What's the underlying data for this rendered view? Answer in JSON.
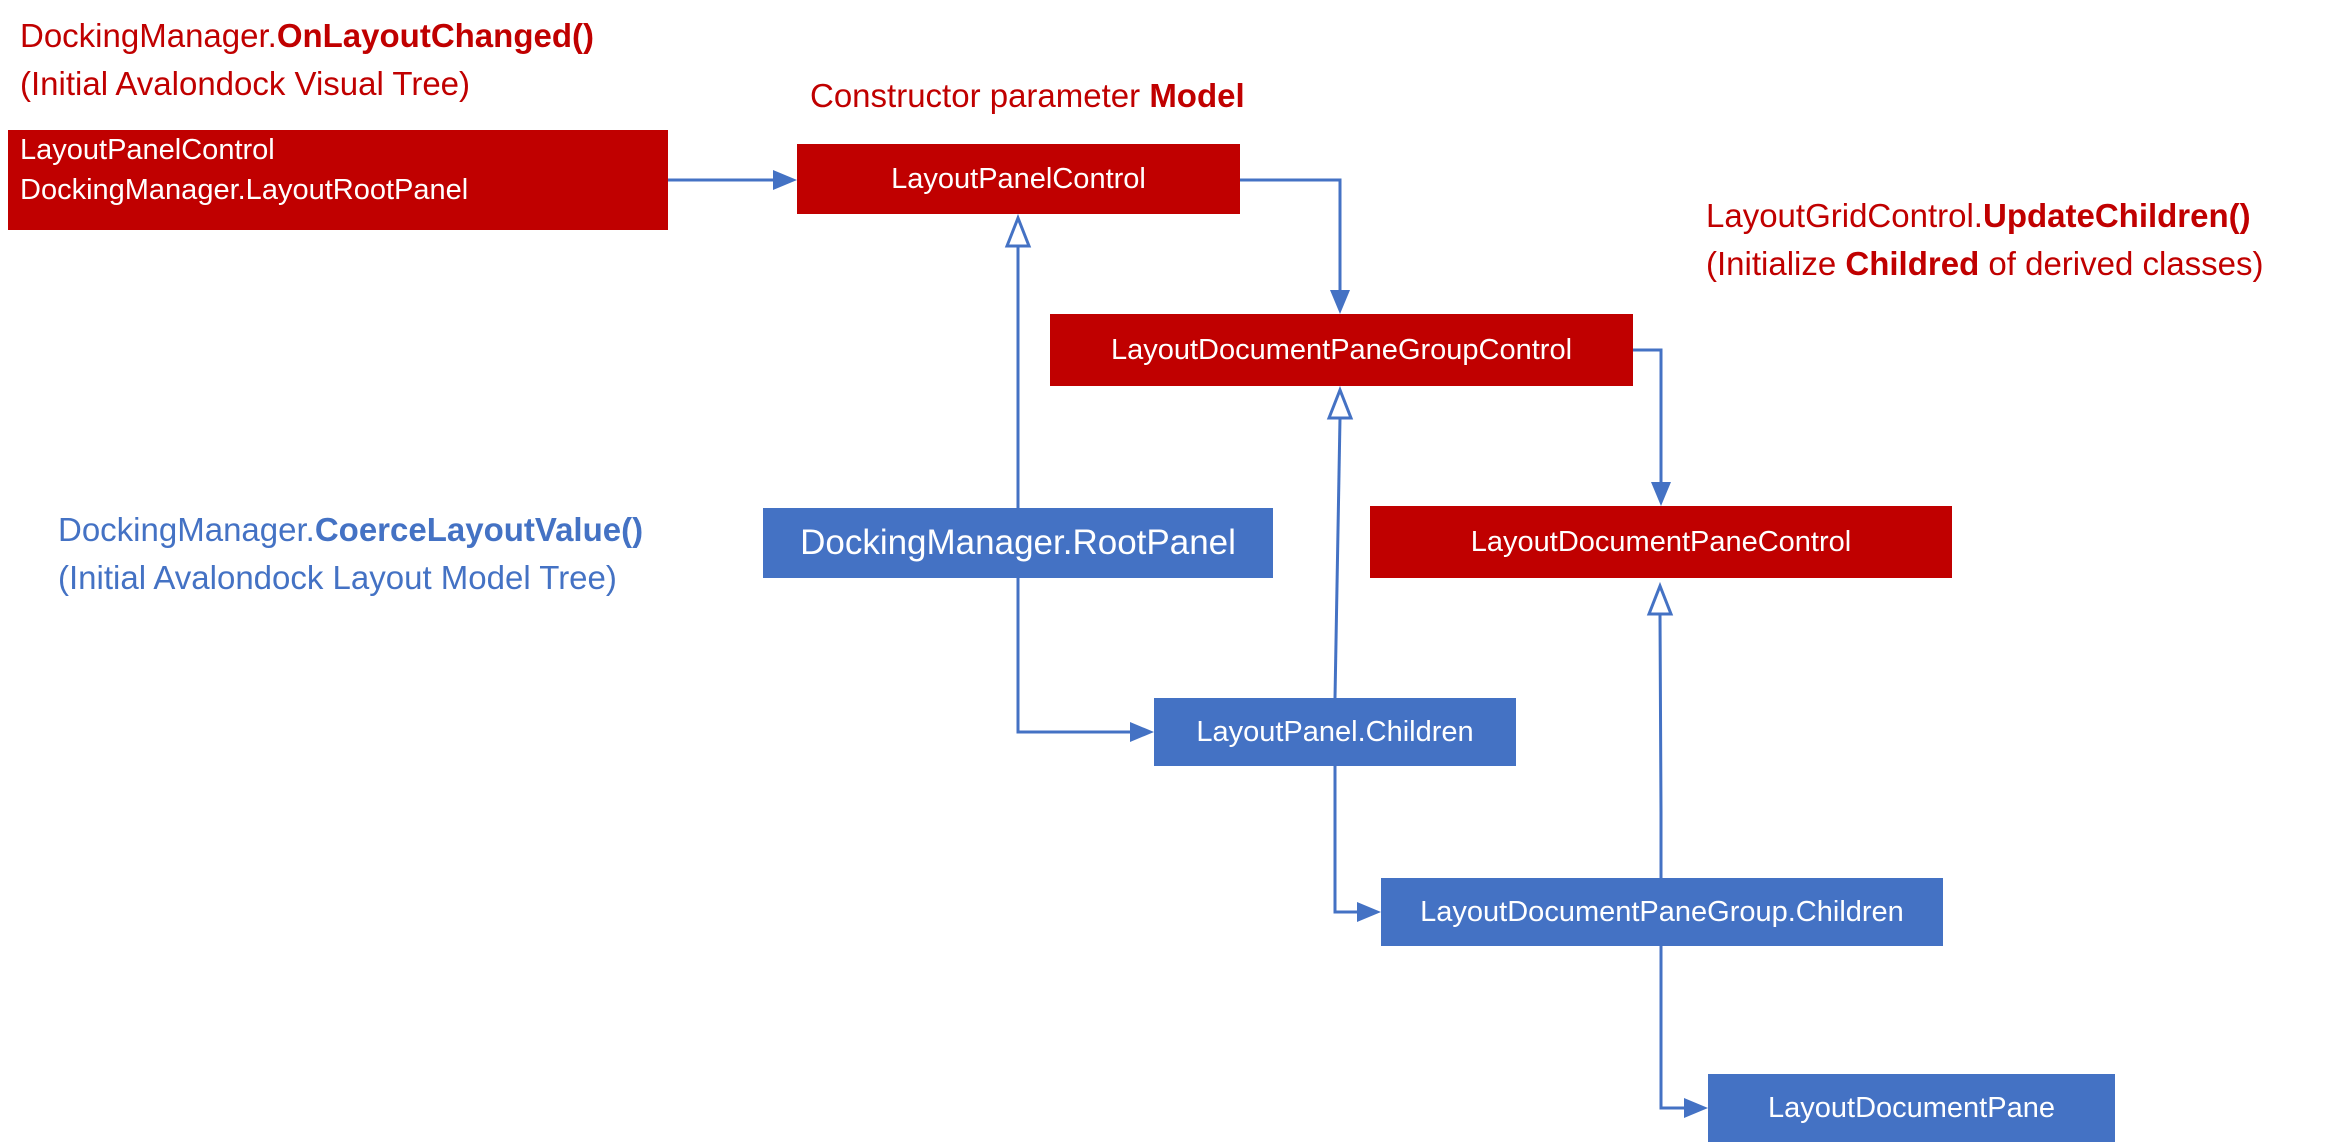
{
  "colors": {
    "red": "#c00000",
    "blue": "#4472c4",
    "background": "#ffffff"
  },
  "captions": {
    "visual_tree": {
      "line1_prefix": "DockingManager.",
      "line1_bold": "OnLayoutChanged()",
      "line2": "(Initial Avalondock Visual Tree)"
    },
    "constructor": {
      "prefix": "Constructor parameter ",
      "bold": "Model"
    },
    "update_children": {
      "line1_prefix": "LayoutGridControl.",
      "line1_bold": "UpdateChildren()",
      "line2_prefix": "(Initialize ",
      "line2_bold": "Childred",
      "line2_suffix": " of derived classes)"
    },
    "model_tree": {
      "line1_prefix": "DockingManager.",
      "line1_bold": "CoerceLayoutValue()",
      "line2": "(Initial Avalondock Layout Model Tree)"
    }
  },
  "nodes": {
    "root_source": {
      "line1": "LayoutPanelControl",
      "line2": "DockingManager.LayoutRootPanel"
    },
    "layout_panel_control": "LayoutPanelControl",
    "document_pane_group_control": "LayoutDocumentPaneGroupControl",
    "document_pane_control": "LayoutDocumentPaneControl",
    "root_panel": "DockingManager.RootPanel",
    "layout_panel_children": "LayoutPanel.Children",
    "document_pane_group_children": "LayoutDocumentPaneGroup.Children",
    "document_pane": "LayoutDocumentPane"
  }
}
